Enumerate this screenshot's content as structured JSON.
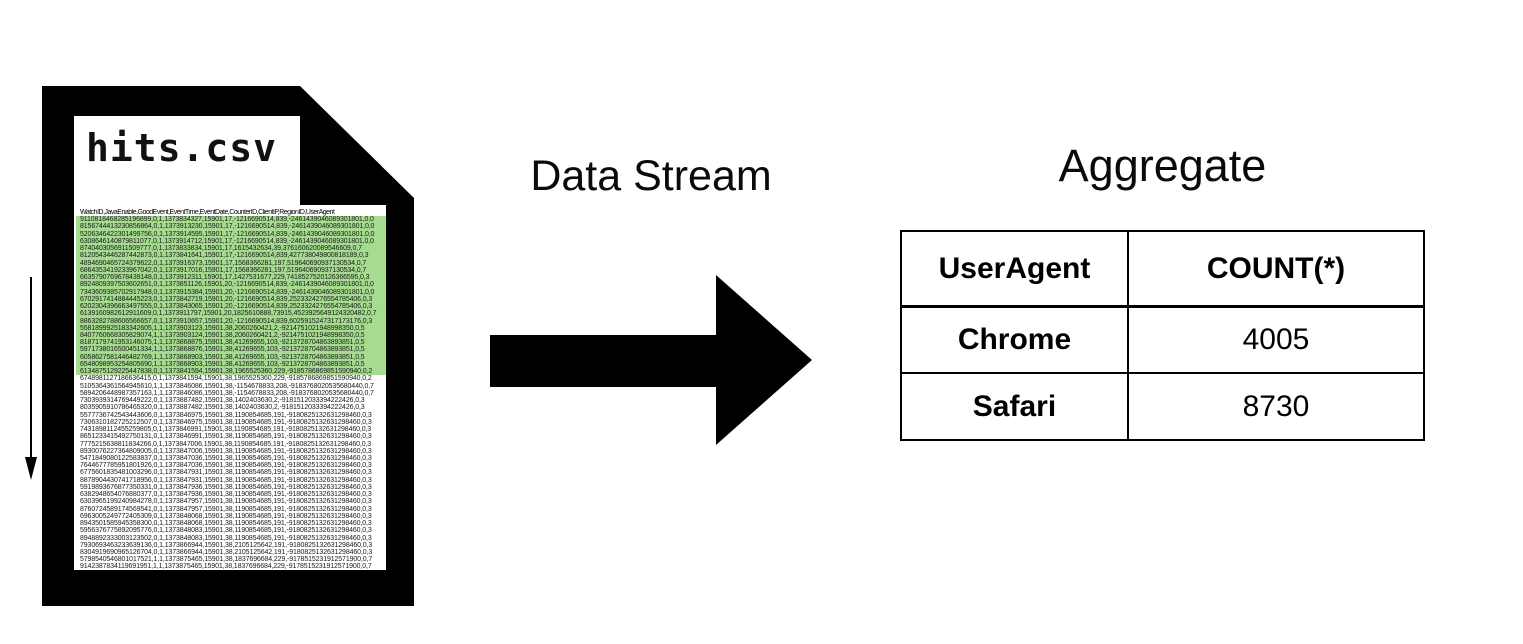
{
  "colors": {
    "ink": "#000000",
    "csv_highlight": "#a6dc90"
  },
  "file_card": {
    "filename": "hits.csv",
    "csv_header": "WatchID,JavaEnable,GoodEvent,EventTime,EventDate,CounterID,ClientIP,RegionID,UserAgent",
    "highlighted_row_count": 22,
    "csv_rows": [
      "9110818468285196899,0,1,1373834327,15901,17,-1216690514,839,-2461439046089301801,0,0",
      "8156744413230856864,0,1,1373913230,15901,17,-1216690514,839,-2461439046089301801,0,0",
      "5206346422301499756,0,1,1373914595,15901,17,-1216690514,839,-2461439046089301801,0,0",
      "6308646140879811077,0,1,1373914712,15901,17,-1216690514,839,-2461439046089301801,0,0",
      "8740403056911509777,0,1,1373833834,15901,17,1615432634,39,376160620089546609,0,7",
      "8120543446287442873,0,1,1373841641,15901,17,-1216690514,839,427738049800818189,0,3",
      "4894690465724379622,0,1,1373916373,15901,17,1568366281,197,519640690937130534,0,7",
      "6864353419233967042,0,1,1373917016,15901,17,1568366281,197,519640690937130534,0,7",
      "6635790769678439148,0,1,1373912311,15901,17,1427531677,229,7418527520126366595,0,3",
      "8924809397503602651,0,1,1373851126,15901,20,-1216690514,839,-2461439046089301801,0,0",
      "7343609385702917948,0,1,1373915384,15901,20,-1216690514,839,-2461439046089301801,0,0",
      "6702917414884445223,0,1,1373842719,15901,20,-1216690514,839,2523324276554785406,0,3",
      "6202304396663497555,0,1,1373843065,15901,20,-1216690514,839,2523324276554785406,0,3",
      "6139160982612911609,0,1,1373911797,15901,20,1825610888,73915,4523925649124320482,0,7",
      "8863282788606566657,0,1,1373910657,15901,20,-1216690514,839,6025915247317173176,0,3",
      "5581899925183342605,1,1,1373903123,15901,38,2060260421,2,-9214751021948998350,0,5",
      "8407760668305829074,1,1,1373903124,15901,38,2060260421,2,-9214751021948998350,0,5",
      "8187179741953146075,1,1,1373868875,15901,38,41269655,103,-9213728704863893851,0,5",
      "5971738016500451334,1,1,1373868876,15901,38,41269655,103,-9213728704863893851,0,5",
      "6058627581446482769,1,1,1373868903,15901,38,41269655,103,-9213728704863893851,0,5",
      "6548098953254805690,1,1,1373868903,15901,38,41269655,103,-9213728704863893851,0,5",
      "6134875129225447838,0,1,1373841594,15901,38,1965525360,229,-9185786869851590940,0,2",
      "6748981127186636415,0,1,1373841594,15901,38,1965525360,229,-9185786869851590940,0,2",
      "5105364361564945610,1,1,1373846086,15901,38,-1154678833,208,-9183768020535680440,0,7",
      "5894206448987357163,1,1,1373846086,15901,38,-1154678833,208,-9183768020535680440,0,7",
      "7303939314769449222,0,1,1373887482,15901,38,1402403630,2,-9181512033394222426,0,3",
      "8035905910786465320,0,1,1373887482,15901,38,1402403630,2,-9181512033394222426,0,3",
      "5577736742543443606,0,1,1373846975,15901,38,1190854685,191,-9180825132631298460,0,3",
      "7306310182725212507,0,1,1373846975,15901,38,1190854685,191,-9180825132631298460,0,3",
      "7431898112455259805,0,1,1373846991,15901,38,1190854685,191,-9180825132631298460,0,3",
      "8651233415492750131,0,1,1373846991,15901,38,1190854685,191,-9180825132631298460,0,3",
      "7775215638811834266,0,1,1373847006,15901,38,1190854685,191,-9180825132631298460,0,3",
      "8930076227364809005,0,1,1373847006,15901,38,1190854685,191,-9180825132631298460,0,3",
      "5471849080122583837,0,1,1373847036,15901,38,1190854685,191,-9180825132631298460,0,3",
      "7644677785951801926,0,1,1373847036,15901,38,1190854685,191,-9180825132631298460,0,3",
      "6775601835481003296,0,1,1373847931,15901,38,1190854685,191,-9180825132631298460,0,3",
      "8878904430741718956,0,1,1373847931,15901,38,1190854685,191,-9180825132631298460,0,3",
      "5919893676877350331,0,1,1373847936,15901,38,1190854685,191,-9180825132631298460,0,3",
      "6382948654076880377,0,1,1373847936,15901,38,1190854685,191,-9180825132631298460,0,3",
      "6303965199240984278,0,1,1373847957,15901,38,1190854685,191,-9180825132631298460,0,3",
      "8760724589174569541,0,1,1373847957,15901,38,1190854685,191,-9180825132631298460,0,3",
      "6963005249772405309,0,1,1373848068,15901,38,1190854685,191,-9180825132631298460,0,3",
      "8943501585945358300,0,1,1373848068,15901,38,1190854685,191,-9180825132631298460,0,3",
      "5956376775892095776,0,1,1373848083,15901,38,1190854685,191,-9180825132631298460,0,3",
      "8948892333003123502,0,1,1373848083,15901,38,1190854685,191,-9180825132631298460,0,3",
      "7930693463233639136,0,1,1373866944,15901,38,2105125642,191,-9180825132631298460,0,3",
      "8304919690965126704,0,1,1373866944,15901,38,2105125642,191,-9180825132631298460,0,3",
      "5798540546801017521,1,1,1373875465,15901,38,1837696684,229,-9178515231912571900,0,7",
      "9142387834119691951,1,1,1373875465,15901,38,1837696684,229,-9178515231912571900,0,7"
    ]
  },
  "stream": {
    "label": "Data Stream"
  },
  "aggregate": {
    "title": "Aggregate",
    "table": {
      "columns": [
        "UserAgent",
        "COUNT(*)"
      ],
      "rows": [
        {
          "user_agent": "Chrome",
          "count": "4005"
        },
        {
          "user_agent": "Safari",
          "count": "8730"
        }
      ]
    }
  }
}
